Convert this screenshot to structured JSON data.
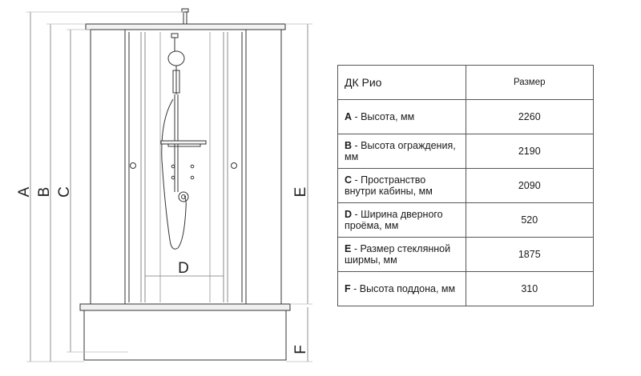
{
  "drawing": {
    "labels": {
      "a": "A",
      "b": "B",
      "c": "C",
      "d": "D",
      "e": "E",
      "f": "F"
    }
  },
  "table": {
    "title": "ДК Рио",
    "size_header": "Размер",
    "rows": [
      {
        "code": "A",
        "sep": " - ",
        "label": "Высота, мм",
        "value": "2260"
      },
      {
        "code": "B",
        "sep": " - ",
        "label": "Высота ограждения, мм",
        "value": "2190"
      },
      {
        "code": "C",
        "sep": " - ",
        "label": "Пространство внутри кабины, мм",
        "value": "2090"
      },
      {
        "code": "D",
        "sep": " - ",
        "label": "Ширина дверного проёма, мм",
        "value": "520"
      },
      {
        "code": "E",
        "sep": " - ",
        "label": "Размер стеклянной ширмы, мм",
        "value": "1875"
      },
      {
        "code": "F",
        "sep": " - ",
        "label": "Высота поддона, мм",
        "value": "310"
      }
    ]
  }
}
